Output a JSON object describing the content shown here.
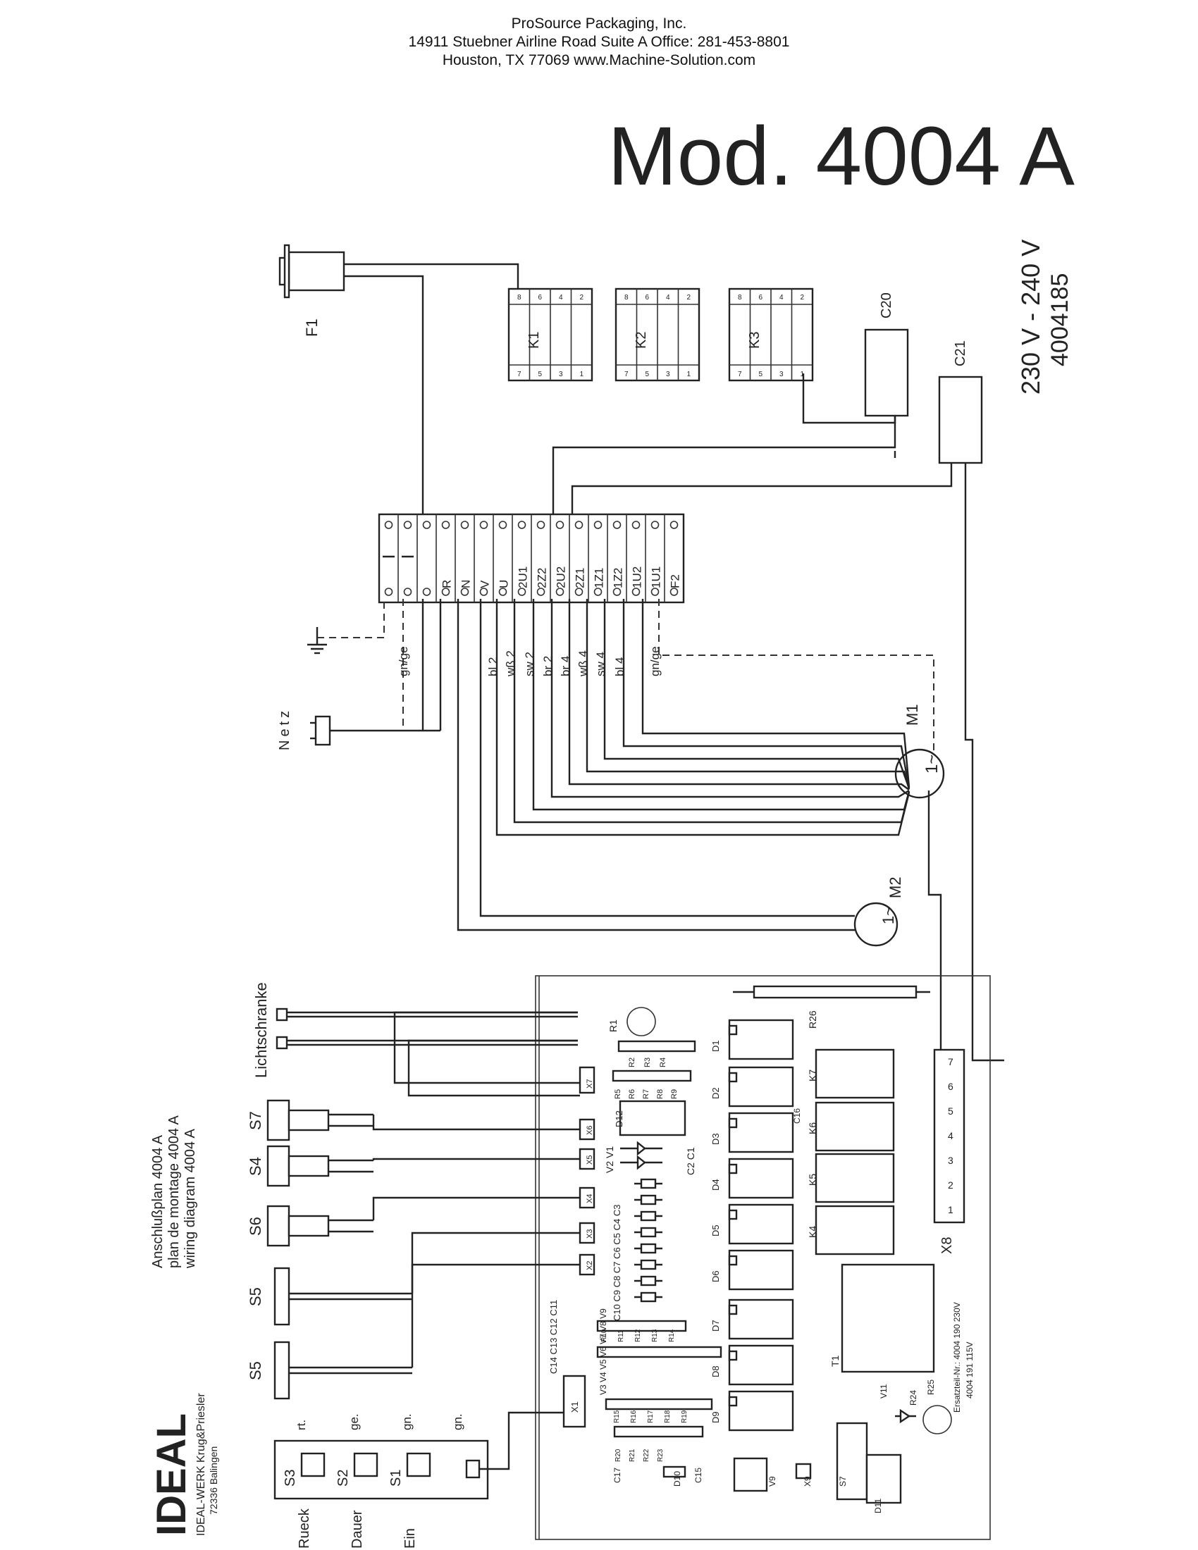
{
  "header": {
    "company": "ProSource Packaging, Inc.",
    "address_line": "14911 Stuebner Airline Road Suite A   Office: 281-453-8801",
    "city_line": "Houston, TX 77069     www.Machine-Solution.com"
  },
  "model_title": "Mod. 4004 A",
  "voltage": "230 V - 240 V",
  "part_number": "4004185",
  "plan_labels": {
    "line1": "Anschlußplan    4004 A",
    "line2": "plan de montage  4004 A",
    "line3": "wiring diagram    4004 A"
  },
  "brand": {
    "logo": "IDEAL",
    "maker": "IDEAL-WERK Krug&Priesler",
    "city": "72336 Balingen"
  },
  "relays": [
    "K1",
    "K2",
    "K3"
  ],
  "relay_pins_top": [
    "8",
    "6",
    "4",
    "2"
  ],
  "relay_pins_bottom": [
    "7",
    "5",
    "3",
    "1"
  ],
  "capacitors": [
    "C20",
    "C21"
  ],
  "fuse": "F1",
  "mains_label": "Netz",
  "terminal_labels": [
    "R",
    "N",
    "V",
    "U",
    "2U1",
    "2Z2",
    "2U2",
    "2Z1",
    "1Z1",
    "1Z2",
    "1U2",
    "1U1",
    "F2"
  ],
  "wire_colors": [
    "gn/ge",
    "bl 2",
    "wß 2",
    "sw 2",
    "br 2",
    "br 4",
    "wß 4",
    "sw 4",
    "bl 4",
    "gn/ge"
  ],
  "motors": [
    {
      "name": "M1",
      "symbol": "1~"
    },
    {
      "name": "M2",
      "symbol": "1~"
    }
  ],
  "sensors": {
    "light_barrier": "Lichtschranke",
    "switches": [
      "S7",
      "S4",
      "S6",
      "S5",
      "S5"
    ]
  },
  "control_panel": {
    "buttons": [
      {
        "id": "S3",
        "led": "rt.",
        "action": "Rueck"
      },
      {
        "id": "S2",
        "led": "ge.",
        "action": "Dauer"
      },
      {
        "id": "S1",
        "led": "gn.",
        "action": "Ein"
      }
    ],
    "extra_led": "gn."
  },
  "pcb": {
    "connectors": [
      "X1",
      "X2",
      "X3",
      "X4",
      "X5",
      "X6",
      "X7",
      "X8",
      "X9"
    ],
    "x8_pins": [
      "1",
      "2",
      "3",
      "4",
      "5",
      "6",
      "7"
    ],
    "diodes": [
      "D1",
      "D2",
      "D3",
      "D4",
      "D5",
      "D6",
      "D7",
      "D8",
      "D9",
      "D10",
      "D11",
      "D12"
    ],
    "relays": [
      "K4",
      "K5",
      "K6",
      "K7"
    ],
    "transformer": "T1",
    "resistors_top": [
      "R1",
      "R2",
      "R3",
      "R4",
      "R5",
      "R6",
      "R7",
      "R8",
      "R9"
    ],
    "resistors_mid": [
      "R10",
      "R11",
      "R12",
      "R13",
      "R14"
    ],
    "resistors_low": [
      "R15",
      "R16",
      "R17",
      "R18",
      "R19"
    ],
    "resistors_bottom": [
      "R20",
      "R21",
      "R22",
      "R23"
    ],
    "misc": [
      "R24",
      "R25",
      "R26",
      "V11",
      "S7",
      "C15",
      "C16",
      "C17",
      "V9"
    ],
    "cap_row": "C10 C9 C8 C7 C6 C5 C4 C3",
    "cap_row2": "C14 C13 C12 C11",
    "v_row": "V3  V4  V5  V6  V7  V8  V9",
    "diode_v": "V2 V1",
    "c_pair": "C2 C1",
    "spare_part_note_1": "Ersatzteil-Nr.: 4004 190 230V",
    "spare_part_note_2": "4004 191 115V"
  }
}
